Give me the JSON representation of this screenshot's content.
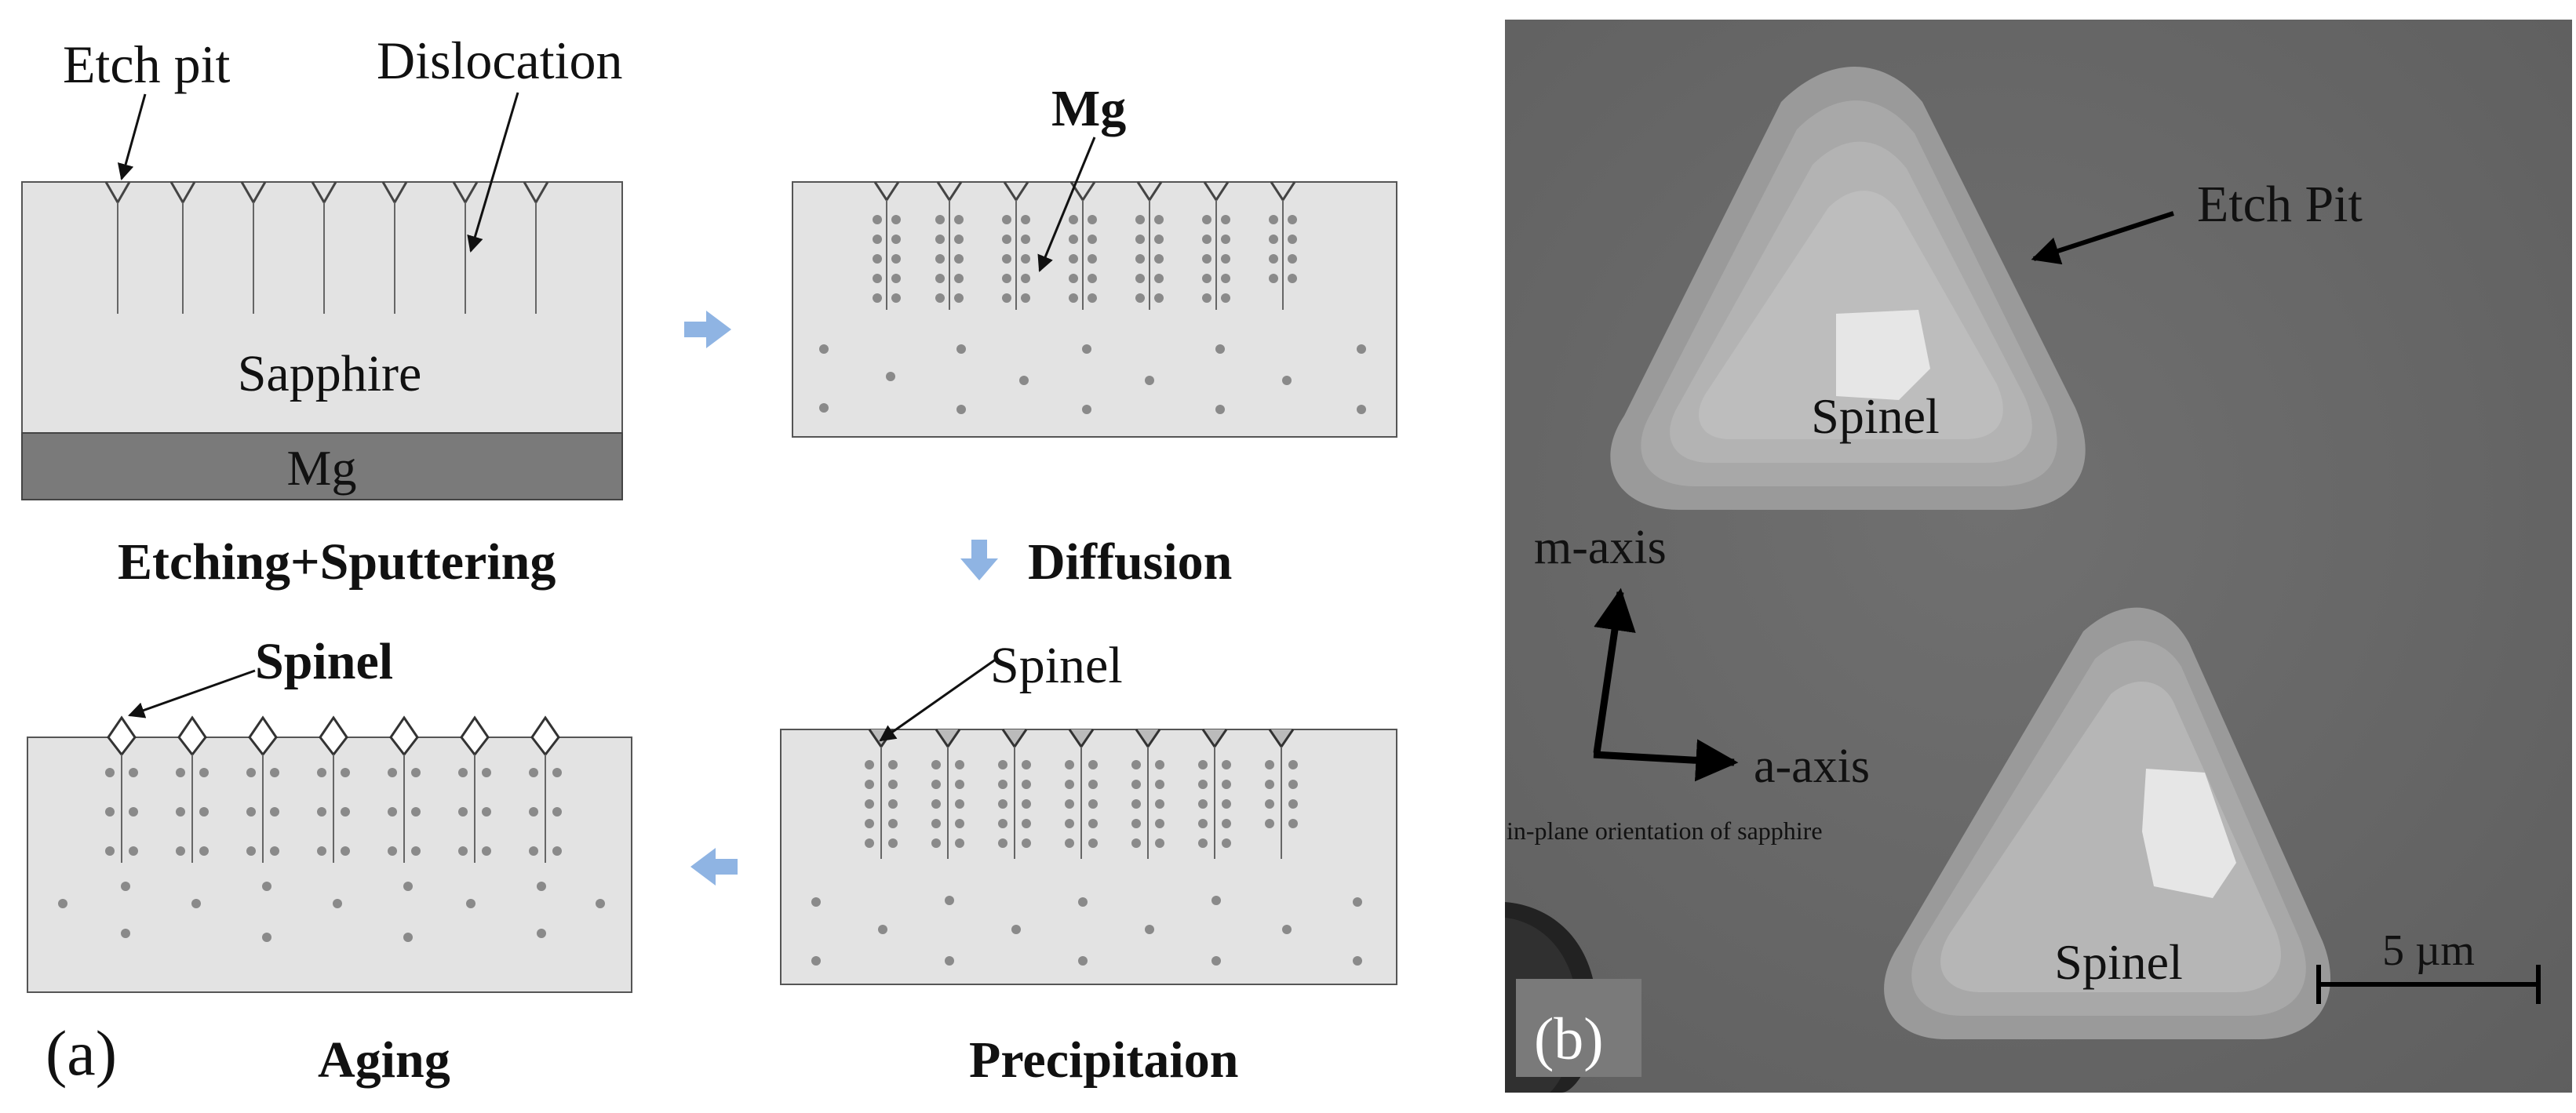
{
  "panel_a": {
    "tag": "(a)",
    "step1": {
      "etch_pit_label": "Etch pit",
      "dislocation_label": "Dislocation",
      "sapphire_label": "Sapphire",
      "mg_layer_label": "Mg",
      "caption": "Etching+Sputtering"
    },
    "step2": {
      "mg_label": "Mg",
      "caption": "Diffusion"
    },
    "step3": {
      "spinel_label": "Spinel",
      "caption": "Precipitaion"
    },
    "step4": {
      "spinel_label": "Spinel",
      "caption": "Aging"
    },
    "colors": {
      "substrate": "#e3e3e3",
      "mg_layer": "#7a7a7a",
      "dot": "#8a8a8a",
      "arrow": "#8fb4e3"
    }
  },
  "panel_b": {
    "tag": "(b)",
    "etch_pit_label": "Etch Pit",
    "spinel_top_label": "Spinel",
    "spinel_bottom_label": "Spinel",
    "m_axis_label": "m-axis",
    "a_axis_label": "a-axis",
    "orientation_caption": "in-plane orientation of sapphire",
    "scale_bar_label": "5 µm",
    "colors": {
      "background": "#6a6a6a"
    }
  }
}
